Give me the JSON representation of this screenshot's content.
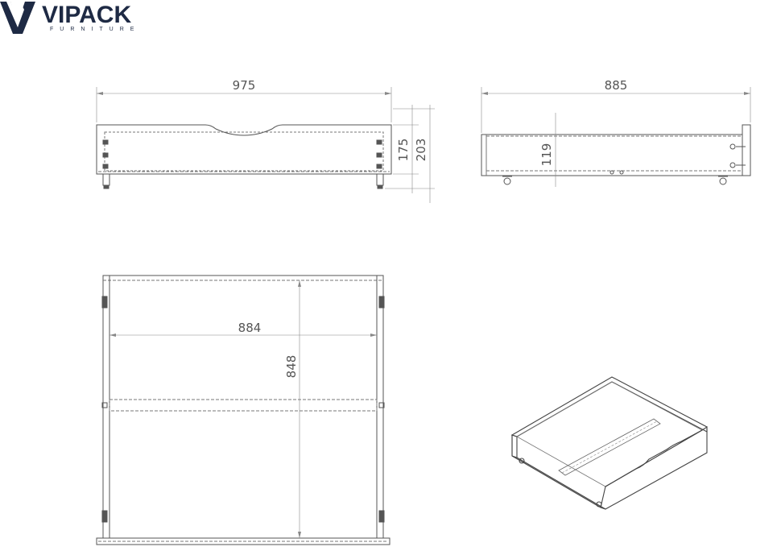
{
  "brand": {
    "name": "VIPACK",
    "tagline": "FURNITURE"
  },
  "dimensions": {
    "front_width": "975",
    "front_height_inner": "175",
    "front_height_total": "203",
    "side_length": "885",
    "side_height": "119",
    "top_inner_width": "884",
    "top_inner_depth": "848"
  },
  "colors": {
    "line": "#555555",
    "dim_line": "#777777",
    "brand": "#1e2a44"
  }
}
